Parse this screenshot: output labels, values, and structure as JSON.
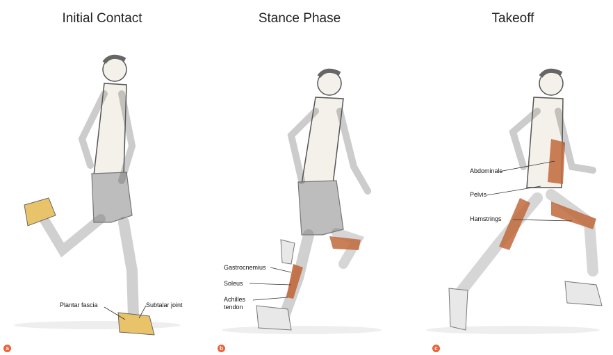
{
  "panels": [
    {
      "title": "Initial Contact",
      "letter": "a",
      "labels": [
        "Plantar fascia",
        "Subtalar joint"
      ]
    },
    {
      "title": "Stance Phase",
      "letter": "b",
      "labels": [
        "Gastrocnemius",
        "Soleus",
        "Achilles",
        "tendon"
      ]
    },
    {
      "title": "Takeoff",
      "letter": "c",
      "labels": [
        "Abdominals",
        "Pelvis",
        "Hamstrings"
      ]
    }
  ],
  "colors": {
    "skin_outline": "#555555",
    "shorts": "#bdbdbd",
    "muscle": "#c0683a",
    "bone": "#e8c36a",
    "badge": "#e8643a"
  }
}
